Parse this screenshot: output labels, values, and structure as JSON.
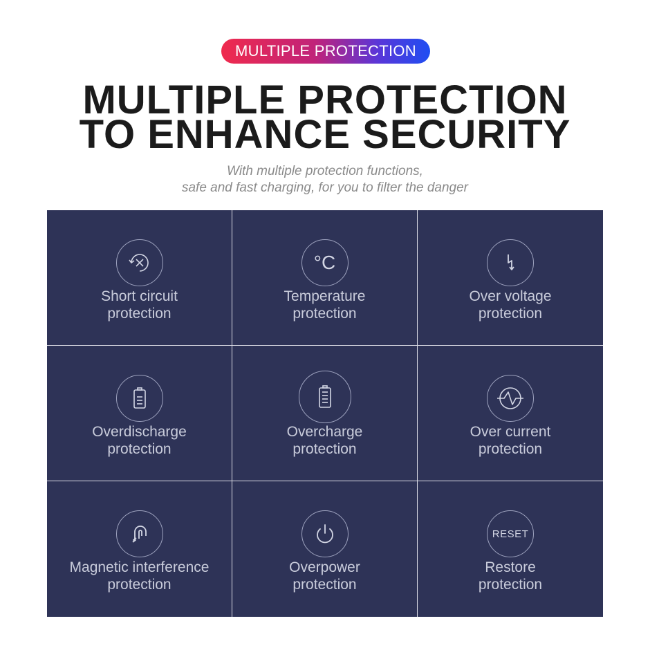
{
  "badge": {
    "label": "MULTIPLE PROTECTION"
  },
  "headline": {
    "line1": "MULTIPLE PROTECTION",
    "line2": "TO ENHANCE SECURITY"
  },
  "subtitle": {
    "line1": "With multiple protection functions,",
    "line2": "safe and fast charging, for you to filter the danger"
  },
  "features": [
    {
      "icon": "short-circuit-icon",
      "line1": "Short circuit",
      "line2": "protection"
    },
    {
      "icon": "temperature-icon",
      "symbol": "°C",
      "line1": "Temperature",
      "line2": "protection"
    },
    {
      "icon": "lightning-icon",
      "line1": "Over voltage",
      "line2": "protection"
    },
    {
      "icon": "battery-low-icon",
      "line1": "Overdischarge",
      "line2": "protection"
    },
    {
      "icon": "battery-full-icon",
      "line1": "Overcharge",
      "line2": "protection"
    },
    {
      "icon": "current-wave-icon",
      "line1": "Over current",
      "line2": "protection"
    },
    {
      "icon": "magnet-icon",
      "line1": "Magnetic interference",
      "line2": "protection"
    },
    {
      "icon": "power-icon",
      "line1": "Overpower",
      "line2": "protection"
    },
    {
      "icon": "reset-icon",
      "symbol": "RESET",
      "line1": "Restore",
      "line2": "protection"
    }
  ],
  "colors": {
    "panel": "#2e3357",
    "divider": "#dcdde6",
    "panel_text": "#c9ccdb",
    "headline": "#1b1b1b",
    "subtitle": "#8a8a8a",
    "badge_gradient_start": "#ef2a4d",
    "badge_gradient_end": "#1f4ef2"
  }
}
